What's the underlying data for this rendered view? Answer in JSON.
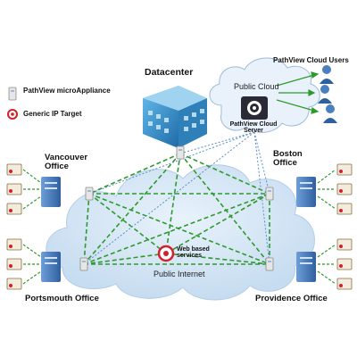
{
  "legend": {
    "appliance_label": "PathView microAppliance",
    "target_label": "Generic IP Target"
  },
  "nodes": {
    "datacenter": "Datacenter",
    "cloud_users": "PathView Cloud Users",
    "public_cloud": "Public Cloud",
    "cloud_server": "PathView Cloud Server",
    "vancouver": "Vancouver Office",
    "boston": "Boston Office",
    "portsmouth": "Portsmouth Office",
    "providence": "Providence Office",
    "web_services": "Web based services",
    "public_internet": "Public Internet"
  },
  "colors": {
    "link_green": "#2e9a2e",
    "link_blue": "#5b8fc8",
    "cloud_fill": "#d5e6f5",
    "server_blue": "#3a6fb0",
    "target_red": "#d4202a"
  },
  "icons": [
    "appliance-icon",
    "target-icon",
    "building-icon",
    "user-icon",
    "server-icon",
    "printer-icon",
    "cloud-shape"
  ]
}
